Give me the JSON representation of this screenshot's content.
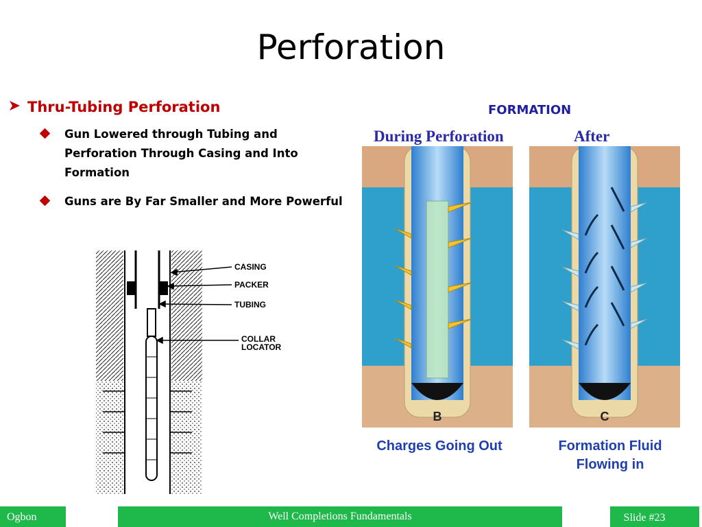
{
  "slide": {
    "title": "Perforation",
    "bullet_main": "Thru-Tubing Perforation",
    "sub_bullets": [
      {
        "line1": "Gun Lowered through Tubing and",
        "line2": "Perforation Through Casing and Into",
        "line3": "Formation"
      },
      {
        "line1": "Guns are By Far Smaller and More Powerful"
      }
    ]
  },
  "figure": {
    "formation_label": "FORMATION",
    "during_label": "During Perforation",
    "after_label": "After",
    "panel_b_letter": "B",
    "panel_c_letter": "C",
    "caption_left_line1": "Charges Going Out",
    "caption_right_line1": "Formation Fluid",
    "caption_right_line2": "Flowing in"
  },
  "diagram": {
    "casing": "CASING",
    "packer": "PACKER",
    "tubing": "TUBING",
    "collar_line1": "COLLAR",
    "collar_line2": "LOCATOR"
  },
  "footer": {
    "author": "Ogbon",
    "course": "Well Completions Fundamentals",
    "slide_number": "Slide #23",
    "color": "#1fb84a"
  }
}
